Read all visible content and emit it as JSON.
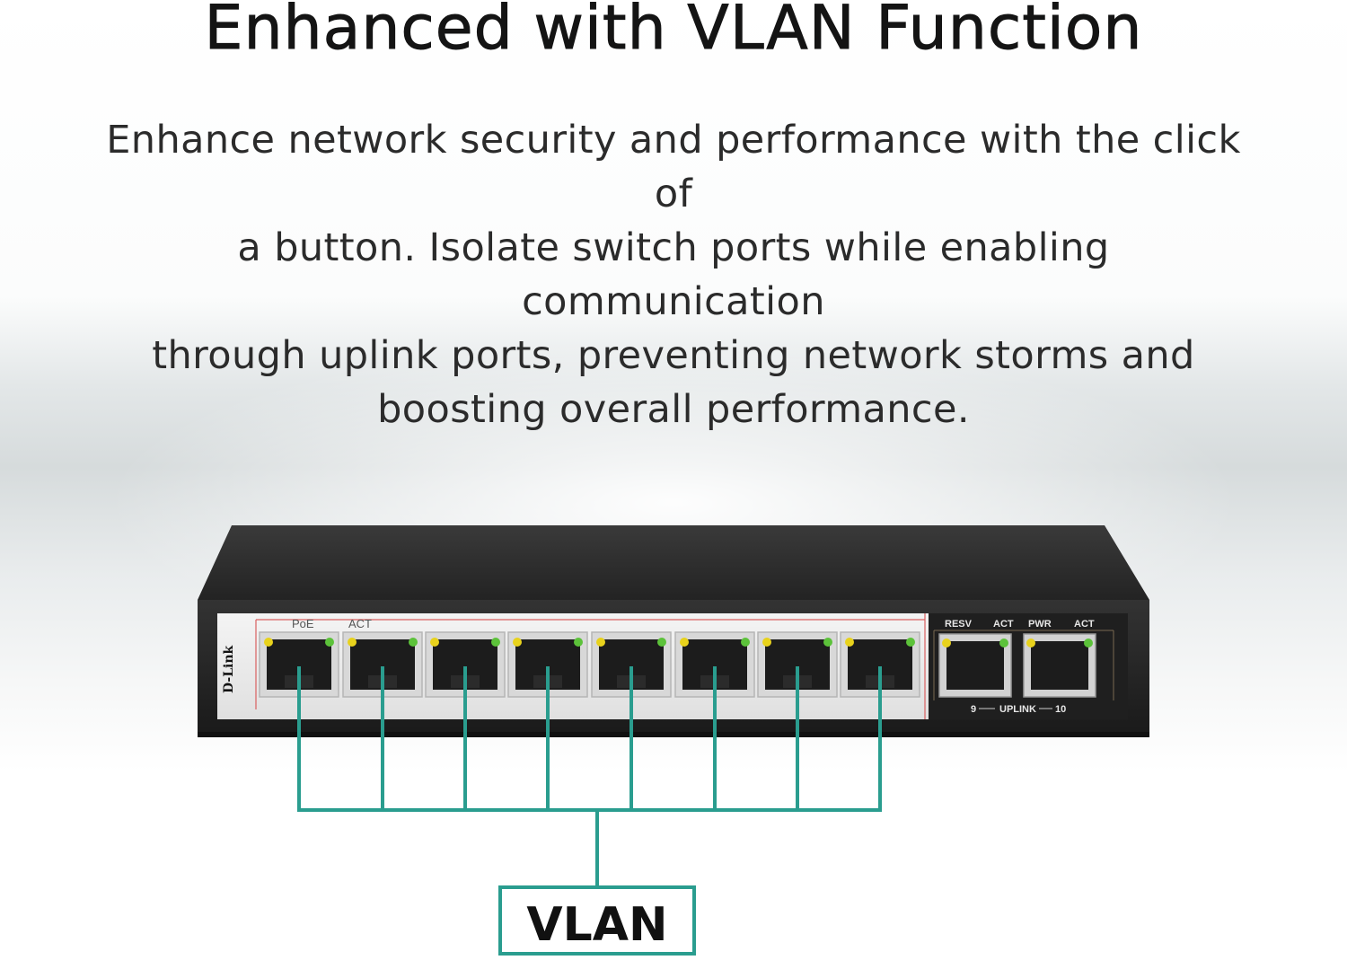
{
  "headline": "Enhanced with VLAN Function",
  "description_lines": [
    "Enhance network security and performance with the click of",
    "a button. Isolate switch ports while enabling communication",
    "through uplink ports, preventing network storms and",
    "boosting overall performance."
  ],
  "device": {
    "brand": "D-Link",
    "poe_label": "PoE",
    "act_label": "ACT",
    "uplink_label": "UPLINK",
    "resv_label": "RESV",
    "act_label_2": "ACT",
    "pwr_label": "PWR",
    "act_label_3": "ACT",
    "uplink_port_numbers": [
      "9",
      "10"
    ],
    "port_count": 8
  },
  "vlan_label": "VLAN",
  "colors": {
    "teal_line": "#2a9d8f",
    "switch_body": "#2b2b2b",
    "led_yellow": "#e8d21c",
    "led_green": "#5cc23a"
  }
}
